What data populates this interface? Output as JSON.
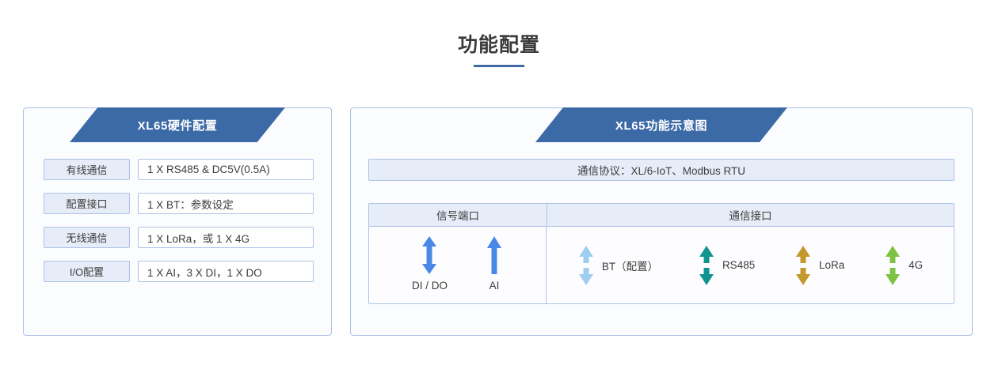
{
  "page": {
    "title": "功能配置"
  },
  "left_panel": {
    "banner_title": "XL65硬件配置",
    "rows": [
      {
        "label": "有线通信",
        "value": "1 X RS485 & DC5V(0.5A)"
      },
      {
        "label": "配置接口",
        "value": "1 X BT：参数设定"
      },
      {
        "label": "无线通信",
        "value": "1 X LoRa，或 1 X 4G"
      },
      {
        "label": "I/O配置",
        "value": "1 X AI，3 X DI，1 X DO"
      }
    ]
  },
  "right_panel": {
    "banner_title": "XL65功能示意图",
    "protocol": "通信协议：XL/6-IoT、Modbus RTU",
    "table": {
      "headers": [
        "信号端口",
        "通信接口"
      ],
      "signal_ports": [
        {
          "label": "DI / DO",
          "icon": "double-arrow-icon",
          "color": "#4a88e8",
          "style": "joined-bidirectional"
        },
        {
          "label": "AI",
          "icon": "up-arrow-icon",
          "color": "#4a88e8",
          "style": "single-up"
        }
      ],
      "comm_ports": [
        {
          "label": "BT（配置）",
          "icon": "split-bidirectional-arrow-icon",
          "color": "#9fcdef"
        },
        {
          "label": "RS485",
          "icon": "split-bidirectional-arrow-icon",
          "color": "#109490"
        },
        {
          "label": "LoRa",
          "icon": "split-bidirectional-arrow-icon",
          "color": "#c3982c"
        },
        {
          "label": "4G",
          "icon": "split-bidirectional-arrow-icon",
          "color": "#7dc242"
        }
      ]
    }
  },
  "colors": {
    "accent_blue": "#3c6aa7",
    "panel_border": "#aac0e2",
    "cell_fill": "#e7edf8",
    "text": "#3c3c3c"
  }
}
